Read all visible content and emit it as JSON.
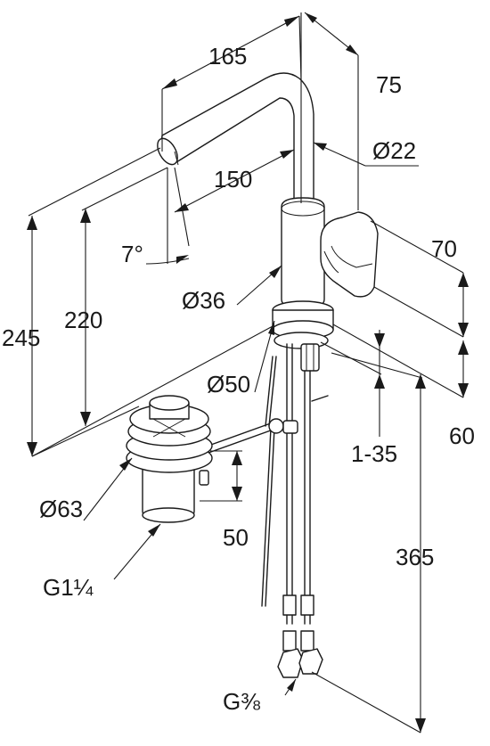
{
  "drawing": {
    "dimensions": {
      "spout_reach": "165",
      "depth": "75",
      "spout_diameter": "Ø22",
      "spout_height_offset": "150",
      "spout_angle": "7°",
      "overall_height": "245",
      "outlet_height": "220",
      "body_diameter": "Ø36",
      "handle_height": "70",
      "base_diameter": "Ø50",
      "handle_offset": "60",
      "deck_thickness": "1-35",
      "waste_diameter": "Ø63",
      "waste_height": "50",
      "hose_length": "365",
      "waste_thread": "G1¼",
      "connection_thread": "G⅜"
    }
  }
}
